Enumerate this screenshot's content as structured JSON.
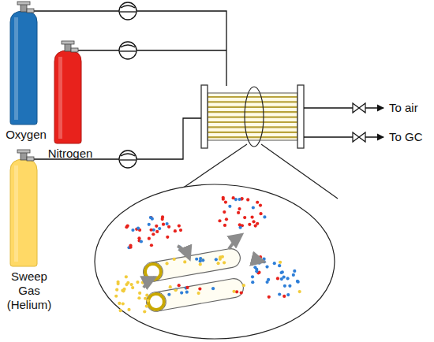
{
  "diagram": {
    "nodes": [
      {
        "text": [
          "Oxygen"
        ]
      },
      {
        "text": [
          "Nitrogen"
        ]
      },
      {
        "text": [
          "Sweep Gas (Helium)"
        ]
      }
    ],
    "labels": [
      "To air",
      "To GC"
    ]
  }
}
